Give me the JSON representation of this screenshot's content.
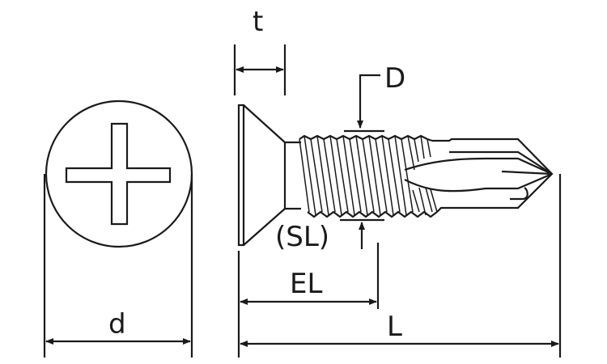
{
  "labels": {
    "t": "t",
    "D": "D",
    "SL": "(SL)",
    "EL": "EL",
    "L": "L",
    "d": "d"
  },
  "colors": {
    "stroke": "#1a1a1a",
    "background": "#ffffff"
  }
}
